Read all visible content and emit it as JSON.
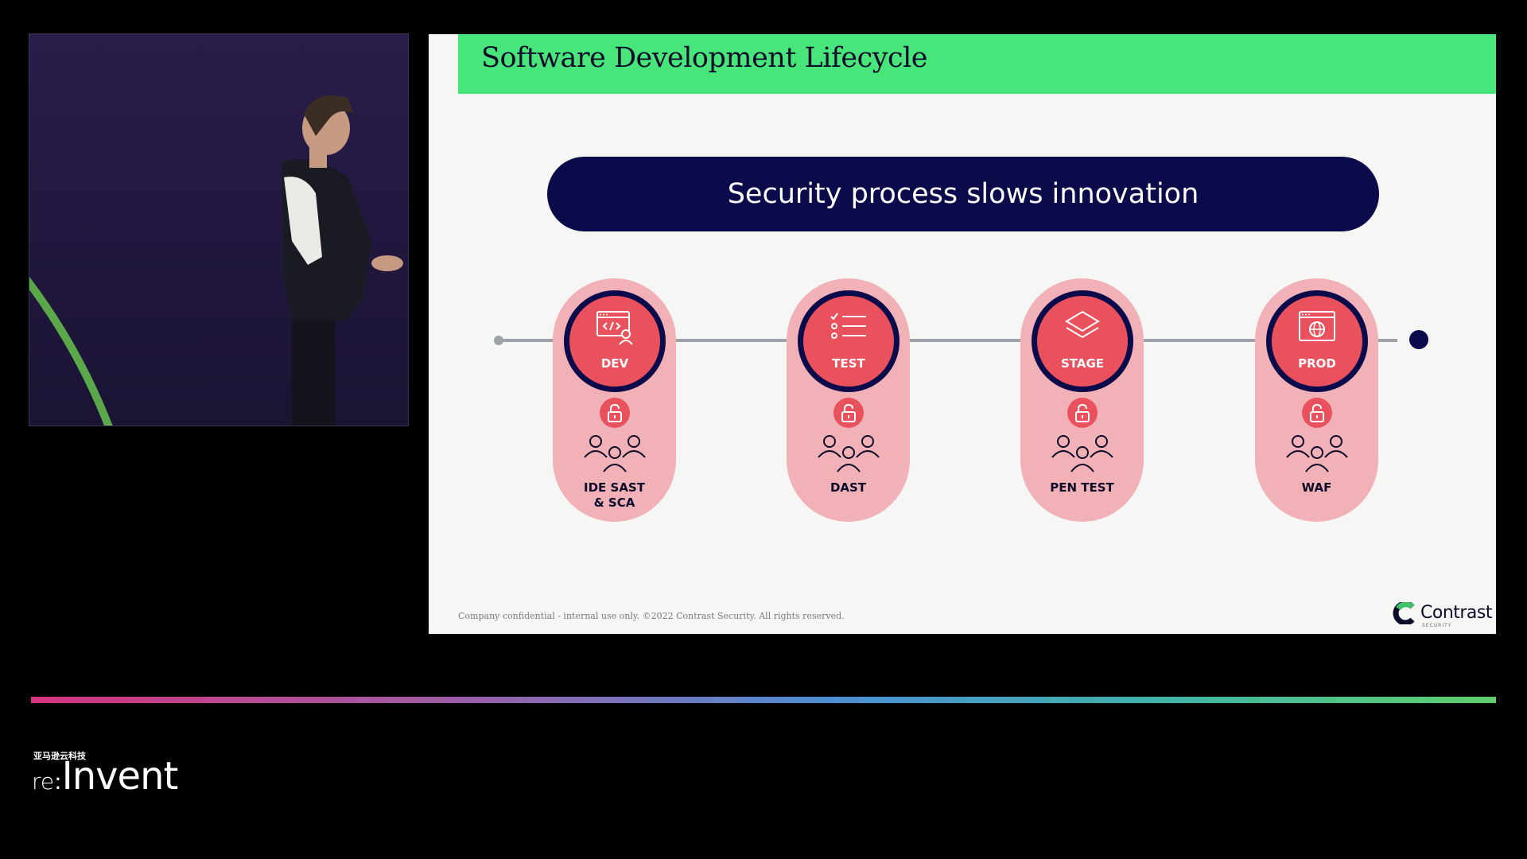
{
  "slide": {
    "title": "Software Development Lifecycle",
    "banner": "Security process slows innovation",
    "stages": [
      {
        "label": "DEV",
        "icon": "code-window-icon",
        "tool": "IDE SAST & SCA",
        "tool_line1": "IDE SAST",
        "tool_line2": "& SCA"
      },
      {
        "label": "TEST",
        "icon": "checklist-icon",
        "tool": "DAST",
        "tool_line1": "DAST",
        "tool_line2": ""
      },
      {
        "label": "STAGE",
        "icon": "layers-icon",
        "tool": "PEN TEST",
        "tool_line1": "PEN TEST",
        "tool_line2": ""
      },
      {
        "label": "PROD",
        "icon": "globe-window-icon",
        "tool": "WAF",
        "tool_line1": "WAF",
        "tool_line2": ""
      }
    ],
    "footer": "Company confidential - internal use only. ©2022 Contrast Security. All rights reserved.",
    "logo_text": "Contrast",
    "logo_subtext": "SECURITY"
  },
  "event": {
    "brand_cn": "亚马逊云科技",
    "brand_re": "re",
    "brand_colon": ":",
    "brand_invent": "Invent"
  },
  "colors": {
    "title_bar": "#47e57a",
    "banner": "#0b0a4a",
    "stage_pill": "#f1b1b6",
    "stage_circle": "#e9525d"
  }
}
